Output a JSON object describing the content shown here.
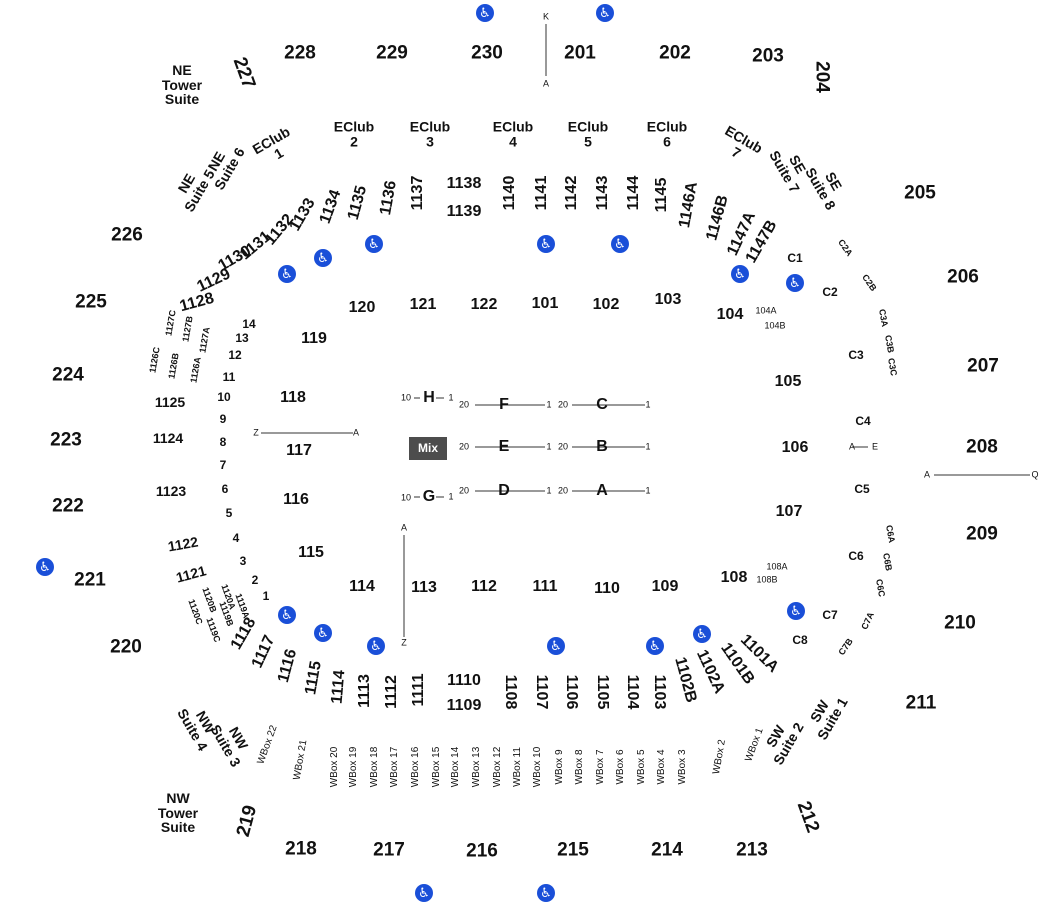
{
  "colors": {
    "accessible": "#1a4fd8",
    "mix_box": "#4d4d4d",
    "text": "#111111"
  },
  "icons": {
    "accessible": "wheelchair-icon"
  },
  "accessible_glyph": "♿",
  "upper_sections": [
    "201",
    "202",
    "203",
    "204",
    "205",
    "206",
    "207",
    "208",
    "209",
    "210",
    "211",
    "212",
    "213",
    "214",
    "215",
    "216",
    "217",
    "218",
    "219",
    "220",
    "221",
    "222",
    "223",
    "224",
    "225",
    "226",
    "227",
    "228",
    "229",
    "230"
  ],
  "tower_suites": [
    "NE\nTower\nSuite",
    "NW\nTower\nSuite"
  ],
  "eclubs": [
    "EClub\n1",
    "EClub\n2",
    "EClub\n3",
    "EClub\n4",
    "EClub\n5",
    "EClub\n6",
    "EClub\n7"
  ],
  "suites": [
    "NE\nSuite 6",
    "NE\nSuite 5",
    "SE\nSuite 7",
    "SE\nSuite 8",
    "SW\nSuite 1",
    "SW\nSuite 2",
    "NW\nSuite 4",
    "NW\nSuite 3"
  ],
  "club_sections": [
    "1138",
    "1139",
    "1140",
    "1141",
    "1142",
    "1143",
    "1144",
    "1145",
    "1146A",
    "1146B",
    "1147A",
    "1147B",
    "1137",
    "1136",
    "1135",
    "1134",
    "1133",
    "1132",
    "1131",
    "1130",
    "1129",
    "1128",
    "1127C",
    "1127B",
    "1127A",
    "1126C",
    "1126B",
    "1126A",
    "1125",
    "1124",
    "1123",
    "1122",
    "1121",
    "1120A",
    "1119A",
    "1120B",
    "1119B",
    "1120C",
    "1119C",
    "1118",
    "1117",
    "1116",
    "1115",
    "1114",
    "1113",
    "1112",
    "1111",
    "1110",
    "1109",
    "1108",
    "1107",
    "1106",
    "1105",
    "1104",
    "1103",
    "1102B",
    "1102A",
    "1101B",
    "1101A"
  ],
  "c_sections": [
    "C1",
    "C2",
    "C2A",
    "C2B",
    "C3A",
    "C3B",
    "C3C",
    "C3",
    "C4",
    "C5",
    "C6",
    "C6A",
    "C6B",
    "C6C",
    "C7",
    "C7A",
    "C7B",
    "C8"
  ],
  "lower_sections": [
    "101",
    "102",
    "103",
    "104",
    "104A",
    "104B",
    "105",
    "106",
    "107",
    "108",
    "108A",
    "108B",
    "109",
    "110",
    "111",
    "112",
    "113",
    "114",
    "115",
    "116",
    "117",
    "118",
    "119",
    "120",
    "121",
    "122"
  ],
  "rows_west": [
    "14",
    "13",
    "12",
    "11",
    "10",
    "9",
    "8",
    "7",
    "6",
    "5",
    "4",
    "3",
    "2",
    "1"
  ],
  "wboxes": [
    "WBox 22",
    "WBox 21",
    "WBox 20",
    "WBox 19",
    "WBox 18",
    "WBox 17",
    "WBox 16",
    "WBox 15",
    "WBox 14",
    "WBox 13",
    "WBox 12",
    "WBox 11",
    "WBox 10",
    "WBox 9",
    "WBox 8",
    "WBox 7",
    "WBox 6",
    "WBox 5",
    "WBox 4",
    "WBox 3",
    "WBox 2",
    "WBox 1"
  ],
  "floor": {
    "sections": [
      "H",
      "F",
      "C",
      "E",
      "B",
      "G",
      "D",
      "A"
    ],
    "mix_label": "Mix",
    "row_labels": [
      "10",
      "1",
      "20",
      "1",
      "20",
      "1",
      "20",
      "1",
      "20",
      "1",
      "10",
      "1",
      "20",
      "1",
      "20",
      "1"
    ]
  },
  "row_markers": [
    "K",
    "A",
    "Z",
    "A",
    "A",
    "E",
    "A",
    "Q",
    "A",
    "Z"
  ]
}
